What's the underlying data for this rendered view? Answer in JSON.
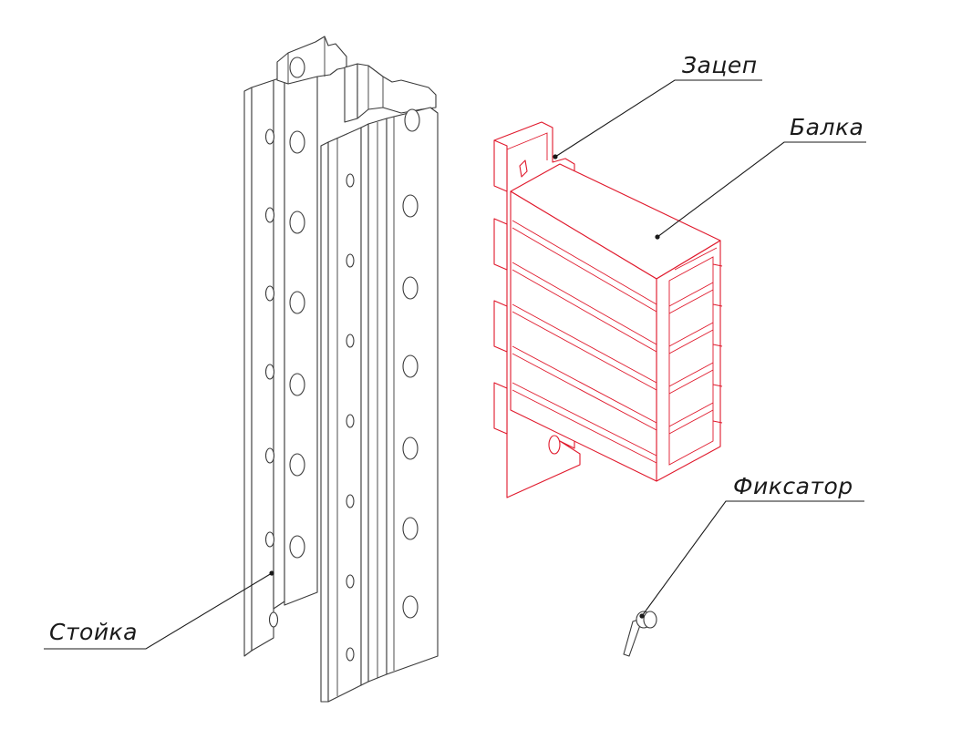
{
  "labels": {
    "hook": "Зацеп",
    "beam": "Балка",
    "upright": "Стойка",
    "lock": "Фиксатор"
  },
  "colors": {
    "upright_line": "#3a3a3a",
    "beam_line": "#e0192c",
    "text": "#1a1a1a",
    "background": "#ffffff"
  }
}
